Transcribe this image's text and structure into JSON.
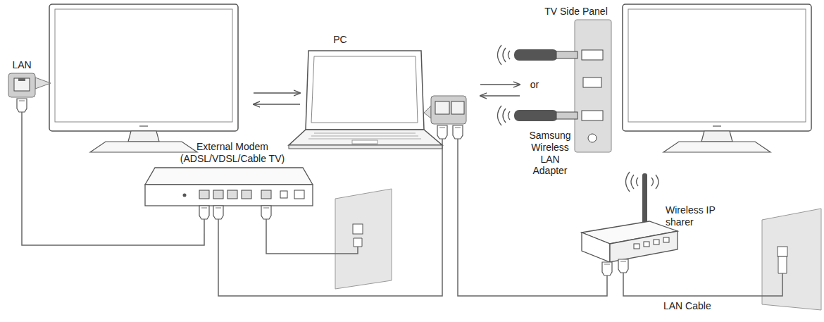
{
  "diagram": {
    "nodes": [
      {
        "text": [
          "LAN"
        ]
      },
      {
        "text": [
          "PC"
        ]
      },
      {
        "text": [
          "TV Side Panel"
        ]
      },
      {
        "text": [
          "External Modem (ADSL/VDSL/Cable TV)"
        ]
      },
      {
        "text": [
          "Wireless IP sharer"
        ]
      }
    ],
    "edges": [
      {
        "from": 0,
        "to": 3,
        "arrow": "none"
      },
      {
        "from": 3,
        "to": 1,
        "arrow": "none"
      },
      {
        "from": 1,
        "to": 4,
        "arrow": "none"
      }
    ],
    "labels": [
      "or",
      "Samsung Wireless LAN Adapter",
      "LAN Cable"
    ]
  }
}
